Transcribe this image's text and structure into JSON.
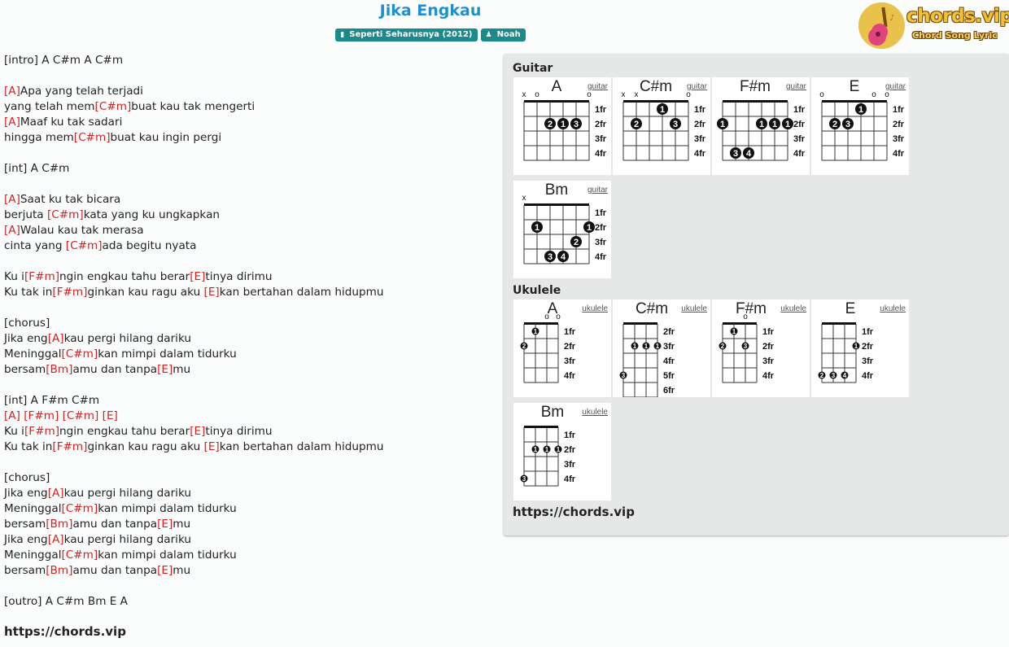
{
  "song": {
    "title": "Jika Engkau",
    "album": "Seperti Seharusnya (2012)",
    "artist": "Noah"
  },
  "logo": {
    "brand": "chords.vip",
    "tagline": "Chord Song Lyric"
  },
  "lyrics": [
    [
      {
        "t": "[intro] A C#m A C#m"
      }
    ],
    [],
    [
      {
        "c": "[A]"
      },
      {
        "t": "Apa yang telah terjadi"
      }
    ],
    [
      {
        "t": "yang telah mem"
      },
      {
        "c": "[C#m]"
      },
      {
        "t": "buat kau tak mengerti"
      }
    ],
    [
      {
        "c": "[A]"
      },
      {
        "t": "Maaf ku tak sadari"
      }
    ],
    [
      {
        "t": "hingga mem"
      },
      {
        "c": "[C#m]"
      },
      {
        "t": "buat kau ingin pergi"
      }
    ],
    [],
    [
      {
        "t": "[int] A C#m"
      }
    ],
    [],
    [
      {
        "c": "[A]"
      },
      {
        "t": "Saat ku tak bicara"
      }
    ],
    [
      {
        "t": "berjuta "
      },
      {
        "c": "[C#m]"
      },
      {
        "t": "kata yang ku ungkapkan"
      }
    ],
    [
      {
        "c": "[A]"
      },
      {
        "t": "Walau kau tak merasa"
      }
    ],
    [
      {
        "t": "cinta yang "
      },
      {
        "c": "[C#m]"
      },
      {
        "t": "ada begitu nyata"
      }
    ],
    [],
    [
      {
        "t": "Ku i"
      },
      {
        "c": "[F#m]"
      },
      {
        "t": "ngin engkau tahu berar"
      },
      {
        "c": "[E]"
      },
      {
        "t": "tinya dirimu"
      }
    ],
    [
      {
        "t": "Ku tak in"
      },
      {
        "c": "[F#m]"
      },
      {
        "t": "ginkan kau ragu aku "
      },
      {
        "c": "[E]"
      },
      {
        "t": "kan bertahan dalam hidupmu"
      }
    ],
    [],
    [
      {
        "t": "[chorus]"
      }
    ],
    [
      {
        "t": "Jika eng"
      },
      {
        "c": "[A]"
      },
      {
        "t": "kau pergi hilang dariku"
      }
    ],
    [
      {
        "t": "Meninggal"
      },
      {
        "c": "[C#m]"
      },
      {
        "t": "kan mimpi dalam tidurku"
      }
    ],
    [
      {
        "t": "bersam"
      },
      {
        "c": "[Bm]"
      },
      {
        "t": "amu dan tanpa"
      },
      {
        "c": "[E]"
      },
      {
        "t": "mu"
      }
    ],
    [],
    [
      {
        "t": "[int] A F#m C#m"
      }
    ],
    [
      {
        "c": "[A] [F#m] [C#m] [E]"
      }
    ],
    [
      {
        "t": "Ku i"
      },
      {
        "c": "[F#m]"
      },
      {
        "t": "ngin engkau tahu berar"
      },
      {
        "c": "[E]"
      },
      {
        "t": "tinya dirimu"
      }
    ],
    [
      {
        "t": "Ku tak in"
      },
      {
        "c": "[F#m]"
      },
      {
        "t": "ginkan kau ragu aku "
      },
      {
        "c": "[E]"
      },
      {
        "t": "kan bertahan dalam hidupmu"
      }
    ],
    [],
    [
      {
        "t": "[chorus]"
      }
    ],
    [
      {
        "t": "Jika eng"
      },
      {
        "c": "[A]"
      },
      {
        "t": "kau pergi hilang dariku"
      }
    ],
    [
      {
        "t": "Meninggal"
      },
      {
        "c": "[C#m]"
      },
      {
        "t": "kan mimpi dalam tidurku"
      }
    ],
    [
      {
        "t": "bersam"
      },
      {
        "c": "[Bm]"
      },
      {
        "t": "amu dan tanpa"
      },
      {
        "c": "[E]"
      },
      {
        "t": "mu"
      }
    ],
    [
      {
        "t": "Jika eng"
      },
      {
        "c": "[A]"
      },
      {
        "t": "kau pergi hilang dariku"
      }
    ],
    [
      {
        "t": "Meninggal"
      },
      {
        "c": "[C#m]"
      },
      {
        "t": "kan mimpi dalam tidurku"
      }
    ],
    [
      {
        "t": "bersam"
      },
      {
        "c": "[Bm]"
      },
      {
        "t": "amu dan tanpa"
      },
      {
        "c": "[E]"
      },
      {
        "t": "mu"
      }
    ],
    [],
    [
      {
        "t": "[outro] A C#m Bm E A"
      }
    ]
  ],
  "footer_url": "https://chords.vip",
  "panel": {
    "guitar_heading": "Guitar",
    "ukulele_heading": "Ukulele",
    "url": "https://chords.vip"
  },
  "guitar_chords": [
    {
      "name": "A",
      "link": "guitar",
      "frets": [
        "1fr",
        "2fr",
        "3fr",
        "4fr"
      ],
      "marks": [
        "x",
        "o",
        "",
        "",
        "",
        "o"
      ],
      "dots": [
        {
          "s": 2,
          "f": 2,
          "n": "2"
        },
        {
          "s": 3,
          "f": 2,
          "n": "1"
        },
        {
          "s": 4,
          "f": 2,
          "n": "3"
        }
      ],
      "barre": null
    },
    {
      "name": "C#m",
      "link": "guitar",
      "frets": [
        "1fr",
        "2fr",
        "3fr",
        "4fr"
      ],
      "marks": [
        "x",
        "x",
        "",
        "",
        "",
        "o"
      ],
      "dots": [
        {
          "s": 3,
          "f": 1,
          "n": "1"
        },
        {
          "s": 1,
          "f": 2,
          "n": "2"
        },
        {
          "s": 4,
          "f": 2,
          "n": "3"
        }
      ],
      "barre": null
    },
    {
      "name": "F#m",
      "link": "guitar",
      "frets": [
        "1fr",
        "2fr",
        "3fr",
        "4fr"
      ],
      "marks": [
        "",
        "",
        "",
        "",
        "",
        ""
      ],
      "dots": [
        {
          "s": 0,
          "f": 2,
          "n": "1"
        },
        {
          "s": 3,
          "f": 2,
          "n": "1"
        },
        {
          "s": 4,
          "f": 2,
          "n": "1"
        },
        {
          "s": 5,
          "f": 2,
          "n": "1"
        },
        {
          "s": 1,
          "f": 4,
          "n": "3"
        },
        {
          "s": 2,
          "f": 4,
          "n": "4"
        }
      ],
      "barre": null
    },
    {
      "name": "E",
      "link": "guitar",
      "frets": [
        "1fr",
        "2fr",
        "3fr",
        "4fr"
      ],
      "marks": [
        "o",
        "",
        "",
        "",
        "o",
        "o"
      ],
      "dots": [
        {
          "s": 3,
          "f": 1,
          "n": "1"
        },
        {
          "s": 1,
          "f": 2,
          "n": "2"
        },
        {
          "s": 2,
          "f": 2,
          "n": "3"
        }
      ],
      "barre": null
    },
    {
      "name": "Bm",
      "link": "guitar",
      "frets": [
        "1fr",
        "2fr",
        "3fr",
        "4fr"
      ],
      "marks": [
        "x",
        "",
        "",
        "",
        "",
        ""
      ],
      "dots": [
        {
          "s": 1,
          "f": 2,
          "n": "1"
        },
        {
          "s": 5,
          "f": 2,
          "n": "1"
        },
        {
          "s": 4,
          "f": 3,
          "n": "2"
        },
        {
          "s": 2,
          "f": 4,
          "n": "3"
        },
        {
          "s": 3,
          "f": 4,
          "n": "4"
        }
      ],
      "barre": null
    }
  ],
  "ukulele_chords": [
    {
      "name": "A",
      "link": "ukulele",
      "frets": [
        "1fr",
        "2fr",
        "3fr",
        "4fr"
      ],
      "marks": [
        "",
        "",
        "o",
        "o"
      ],
      "dots": [
        {
          "s": 1,
          "f": 1,
          "n": "1"
        },
        {
          "s": 0,
          "f": 2,
          "n": "2"
        }
      ]
    },
    {
      "name": "C#m",
      "link": "ukulele",
      "frets": [
        "2fr",
        "3fr",
        "4fr",
        "5fr",
        "6fr"
      ],
      "marks": [
        "",
        "",
        "",
        ""
      ],
      "dots": [
        {
          "s": 1,
          "f": 2,
          "n": "1"
        },
        {
          "s": 2,
          "f": 2,
          "n": "1"
        },
        {
          "s": 3,
          "f": 2,
          "n": "1"
        },
        {
          "s": 0,
          "f": 4,
          "n": "3"
        }
      ]
    },
    {
      "name": "F#m",
      "link": "ukulele",
      "frets": [
        "1fr",
        "2fr",
        "3fr",
        "4fr"
      ],
      "marks": [
        "",
        "",
        "o",
        ""
      ],
      "dots": [
        {
          "s": 1,
          "f": 1,
          "n": "1"
        },
        {
          "s": 0,
          "f": 2,
          "n": "2"
        },
        {
          "s": 2,
          "f": 2,
          "n": "3"
        }
      ]
    },
    {
      "name": "E",
      "link": "ukulele",
      "frets": [
        "1fr",
        "2fr",
        "3fr",
        "4fr"
      ],
      "marks": [
        "",
        "",
        "",
        ""
      ],
      "dots": [
        {
          "s": 3,
          "f": 2,
          "n": "1"
        },
        {
          "s": 0,
          "f": 4,
          "n": "2"
        },
        {
          "s": 1,
          "f": 4,
          "n": "3"
        },
        {
          "s": 2,
          "f": 4,
          "n": "4"
        }
      ]
    },
    {
      "name": "Bm",
      "link": "ukulele",
      "frets": [
        "1fr",
        "2fr",
        "3fr",
        "4fr"
      ],
      "marks": [
        "",
        "",
        "",
        ""
      ],
      "dots": [
        {
          "s": 1,
          "f": 2,
          "n": "1"
        },
        {
          "s": 2,
          "f": 2,
          "n": "1"
        },
        {
          "s": 3,
          "f": 2,
          "n": "1"
        },
        {
          "s": 0,
          "f": 4,
          "n": "3"
        }
      ]
    }
  ]
}
